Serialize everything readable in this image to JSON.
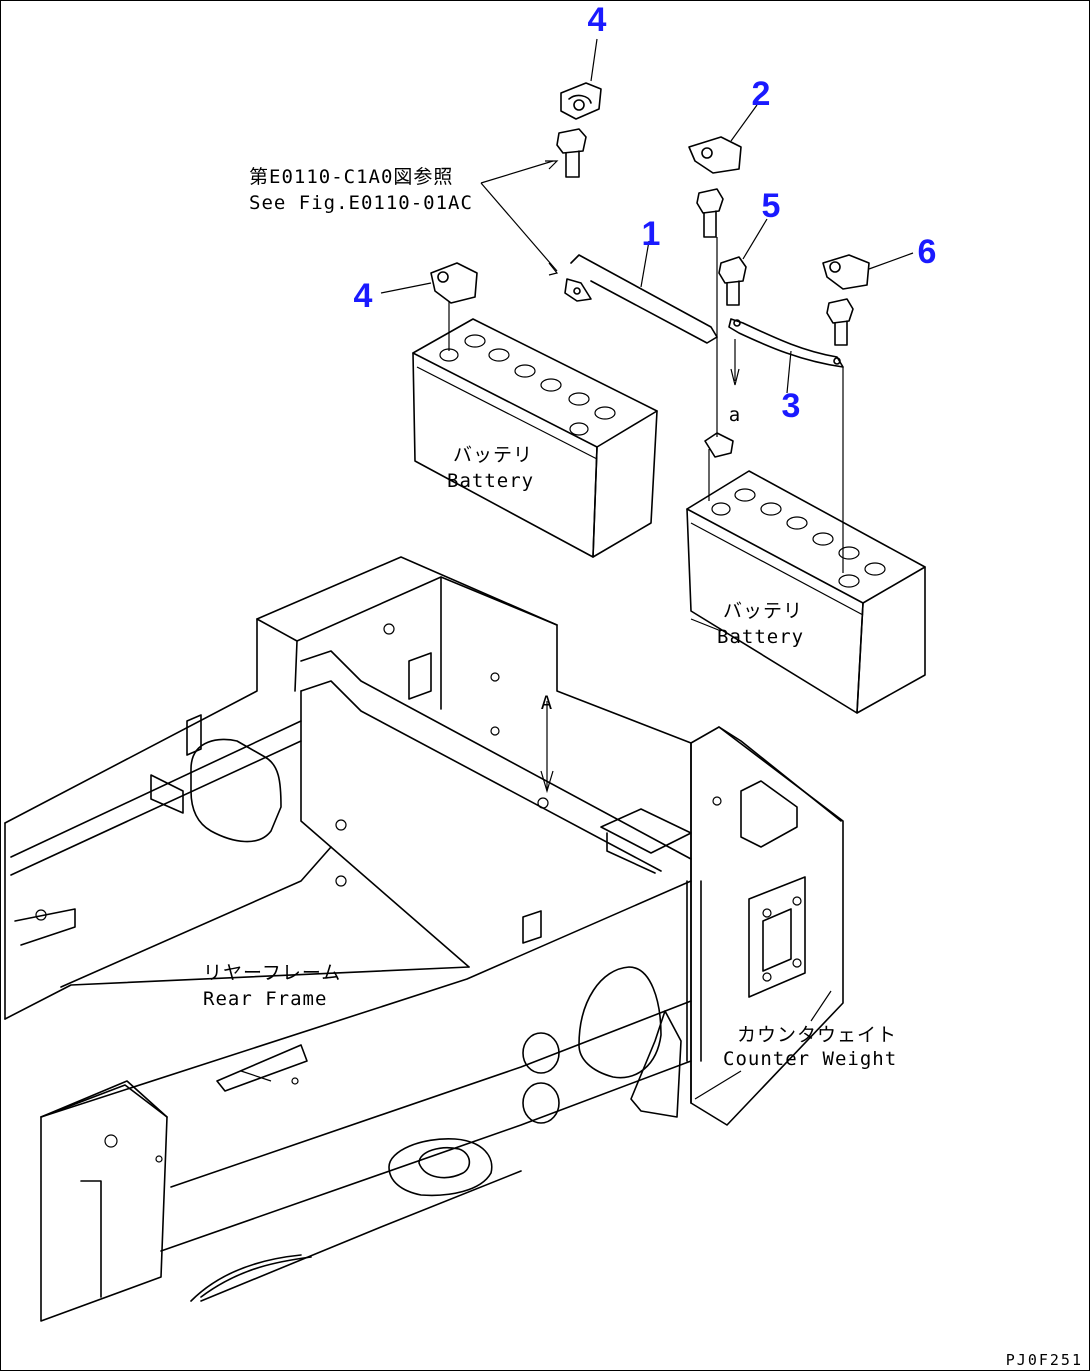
{
  "callouts": {
    "n1": "1",
    "n2": "2",
    "n3": "3",
    "n4_top": "4",
    "n4_left": "4",
    "n5": "5",
    "n6": "6"
  },
  "reference": {
    "jp": "第E0110-C1A0図参照",
    "en": "See Fig.E0110-01AC"
  },
  "battery_left": {
    "jp": "バッテリ",
    "en": "Battery"
  },
  "battery_right": {
    "jp": "バッテリ",
    "en": "Battery"
  },
  "detail_marker_a": "a",
  "detail_marker_A": "A",
  "rear_frame": {
    "jp": "リヤーフレーム",
    "en": "Rear Frame"
  },
  "counter_weight": {
    "jp": "カウンタウェイト",
    "en": "Counter Weight"
  },
  "drawing_code": "PJ0F251",
  "colors": {
    "callout": "#1a1aff",
    "line": "#000000",
    "background": "#ffffff"
  }
}
